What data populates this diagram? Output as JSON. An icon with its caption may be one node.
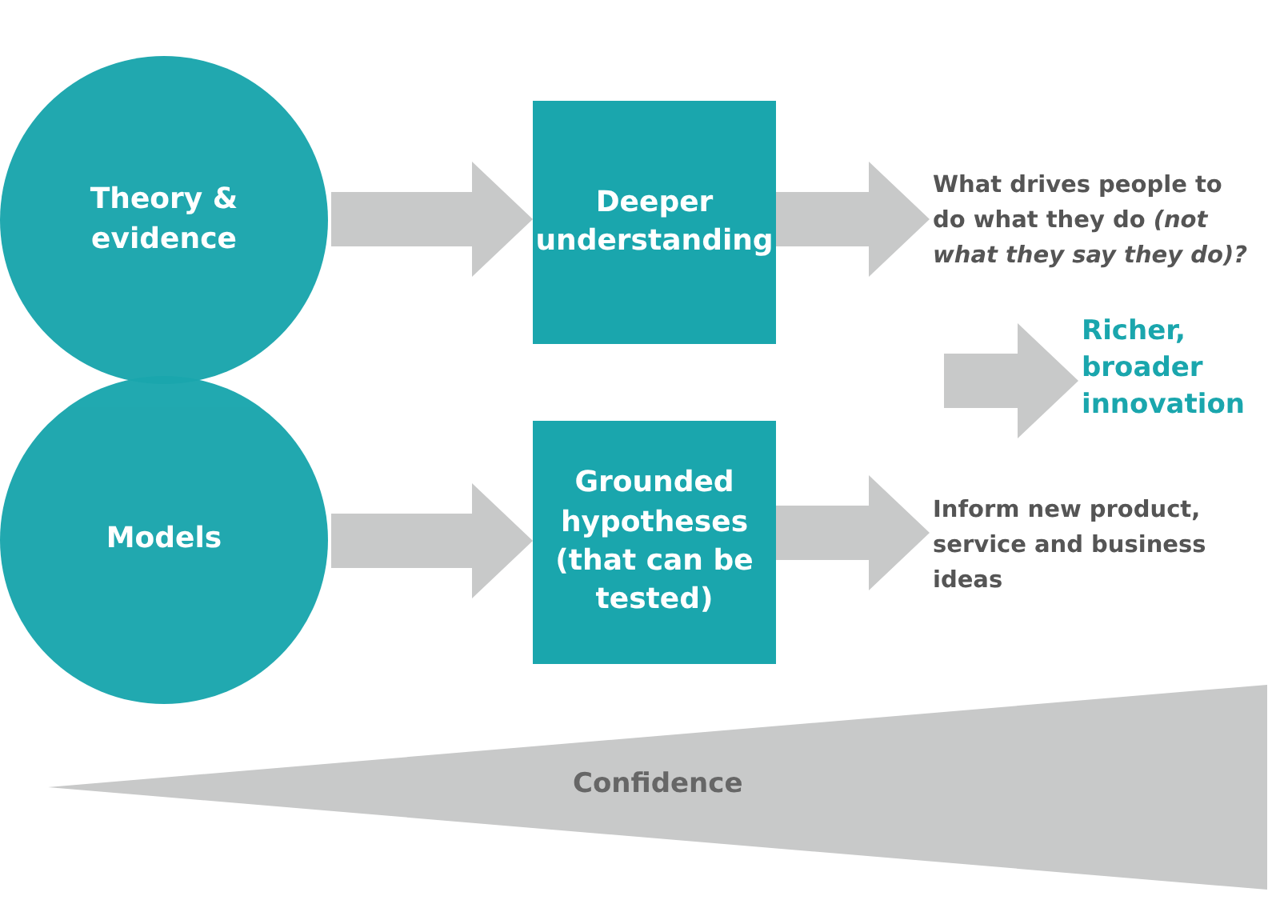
{
  "diagram": {
    "nodes": [
      {
        "text": [
          "Theory & evidence"
        ]
      },
      {
        "text": [
          "Models"
        ]
      },
      {
        "text": [
          "Deeper understanding"
        ]
      },
      {
        "text": [
          "Grounded hypotheses (that can be tested)"
        ]
      },
      {
        "text": [
          "What drives people to do what they do *(not what they say they do)?*"
        ]
      },
      {
        "text": [
          "Inform new product, service and business ideas"
        ]
      },
      {
        "text": [
          "Richer, broader innovation"
        ]
      },
      {
        "text": [
          "Confidence"
        ]
      }
    ],
    "edges": [
      {
        "from": 0,
        "to": 2,
        "arrow": "to"
      },
      {
        "from": 2,
        "to": 4,
        "arrow": "to"
      },
      {
        "from": null,
        "to": 6,
        "arrow": "to"
      },
      {
        "from": 1,
        "to": 3,
        "arrow": "to"
      },
      {
        "from": 3,
        "to": 5,
        "arrow": "to"
      }
    ]
  }
}
